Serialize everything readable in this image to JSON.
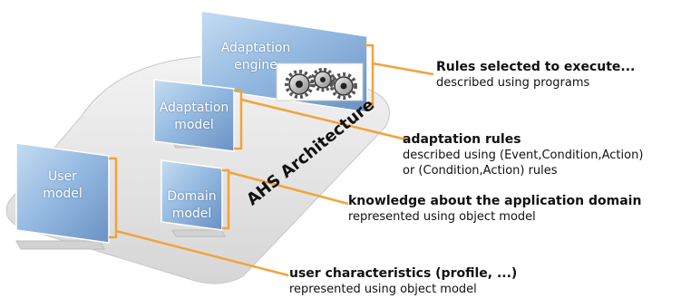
{
  "architecture_label": "AHS Architecture",
  "panels": {
    "adaptation_engine": "Adaptation engine",
    "adaptation_model": [
      "Adaptation",
      "model"
    ],
    "user_model": [
      "User",
      "model"
    ],
    "domain_model": [
      "Domain",
      "model"
    ]
  },
  "annotations": [
    {
      "title": "Rules selected to execute...",
      "body": [
        "described using programs"
      ]
    },
    {
      "title": "adaptation rules",
      "body": [
        "described using (Event,Condition,Action)",
        "or (Condition,Action) rules"
      ]
    },
    {
      "title": "knowledge about the application domain",
      "body": [
        "represented using object model"
      ]
    },
    {
      "title": "user characteristics (profile, ...)",
      "body": [
        "represented using object model"
      ]
    }
  ],
  "colors": {
    "connector": "#f2a33a",
    "platform": "#e6e6e6",
    "panel_top": "#aecdea",
    "panel_bottom": "#6f97c7"
  }
}
